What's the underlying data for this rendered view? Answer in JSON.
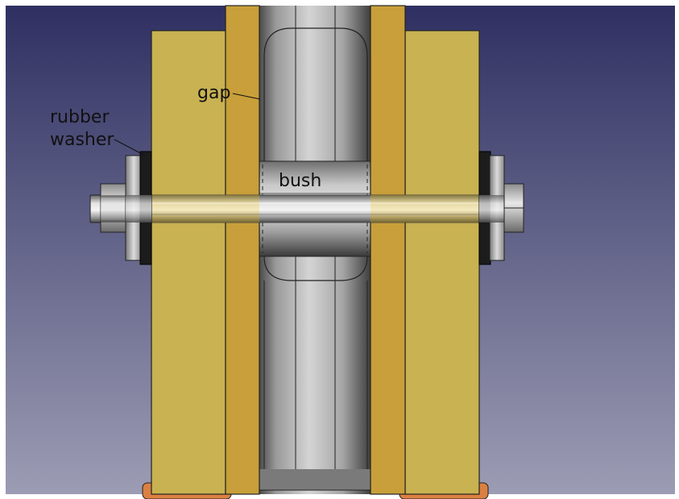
{
  "annotations": {
    "gap": "gap",
    "rubber_washer_line1": "rubber",
    "rubber_washer_line2": "washer",
    "bush": "bush"
  },
  "colors": {
    "background_top": "#2f3062",
    "background_bottom": "#9c9cb4",
    "plate_yellow": "#c8b251",
    "inner_strip": "#c89f3a",
    "base_orange": "#db8042",
    "rubber_black": "#1c1c1c"
  }
}
